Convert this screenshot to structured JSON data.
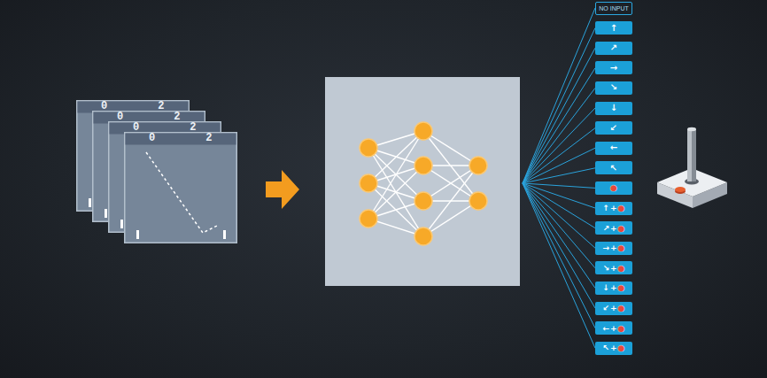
{
  "diagram": {
    "nodes": [
      {
        "text": [
          "0",
          "2"
        ]
      },
      {
        "text": [
          "0",
          "2"
        ]
      },
      {
        "text": [
          "0",
          "2"
        ]
      },
      {
        "text": [
          "0",
          "2"
        ]
      },
      {
        "text": [
          "NO INPUT"
        ]
      },
      {
        "text": [
          "↑"
        ]
      },
      {
        "text": [
          "↗"
        ]
      },
      {
        "text": [
          "→"
        ]
      },
      {
        "text": [
          "↘"
        ]
      },
      {
        "text": [
          "↓"
        ]
      },
      {
        "text": [
          "↙"
        ]
      },
      {
        "text": [
          "←"
        ]
      },
      {
        "text": [
          "↖"
        ]
      },
      {
        "text": [
          "●"
        ]
      },
      {
        "text": [
          "↑",
          "+",
          "●"
        ]
      },
      {
        "text": [
          "↗",
          "+",
          "●"
        ]
      },
      {
        "text": [
          "→",
          "+",
          "●"
        ]
      },
      {
        "text": [
          "↘",
          "+",
          "●"
        ]
      },
      {
        "text": [
          "↓",
          "+",
          "●"
        ]
      },
      {
        "text": [
          "↙",
          "+",
          "●"
        ]
      },
      {
        "text": [
          "←",
          "+",
          "●"
        ]
      },
      {
        "text": [
          "↖",
          "+",
          "●"
        ]
      }
    ]
  }
}
